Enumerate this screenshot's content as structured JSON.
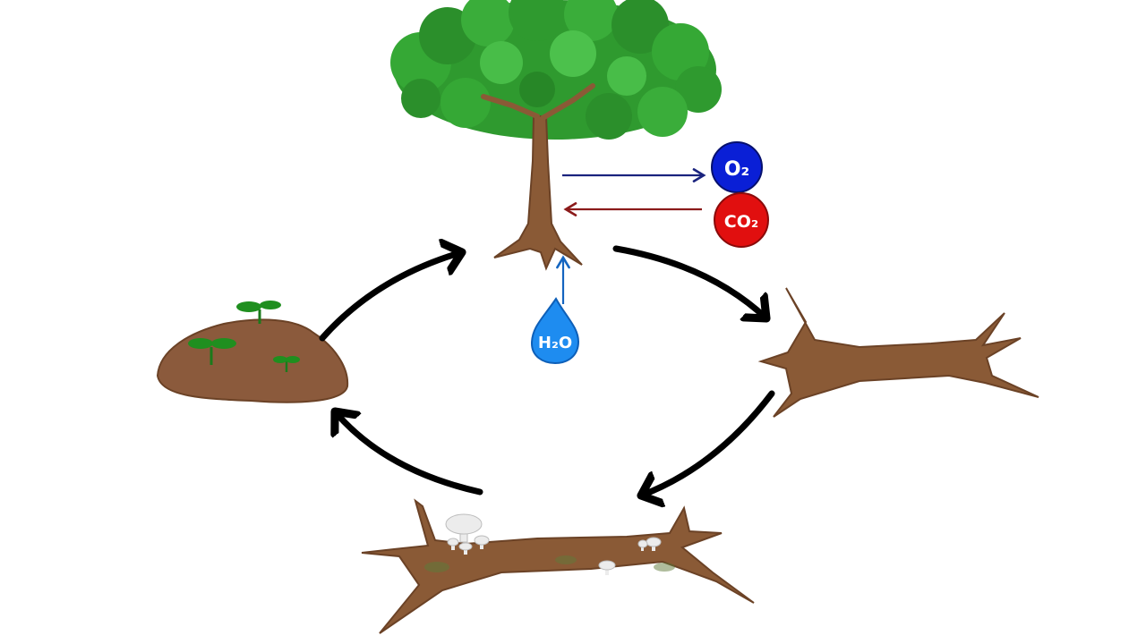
{
  "labels": {
    "oxygen": "O₂",
    "carbon_dioxide": "CO₂",
    "water": "H₂O"
  },
  "colors": {
    "oxygen": "#0a1fd6",
    "carbon_dioxide": "#e10f0f",
    "water": "#1e8cf0",
    "oxygen_arrow": "#1a237e",
    "co2_arrow": "#8b1a1a",
    "water_arrow": "#1565c0",
    "cycle_arrow": "#000000",
    "wood": "#8a5a36",
    "leaves": "#2e9a2e",
    "soil": "#8b5a3c",
    "mushroom": "#ececec"
  },
  "nodes": [
    {
      "name": "living-tree"
    },
    {
      "name": "fallen-trunk"
    },
    {
      "name": "decomposing-log"
    },
    {
      "name": "soil-with-seedlings"
    }
  ],
  "edges": [
    {
      "from": "living-tree",
      "to": "fallen-trunk"
    },
    {
      "from": "fallen-trunk",
      "to": "decomposing-log"
    },
    {
      "from": "decomposing-log",
      "to": "soil-with-seedlings"
    },
    {
      "from": "soil-with-seedlings",
      "to": "living-tree"
    }
  ]
}
